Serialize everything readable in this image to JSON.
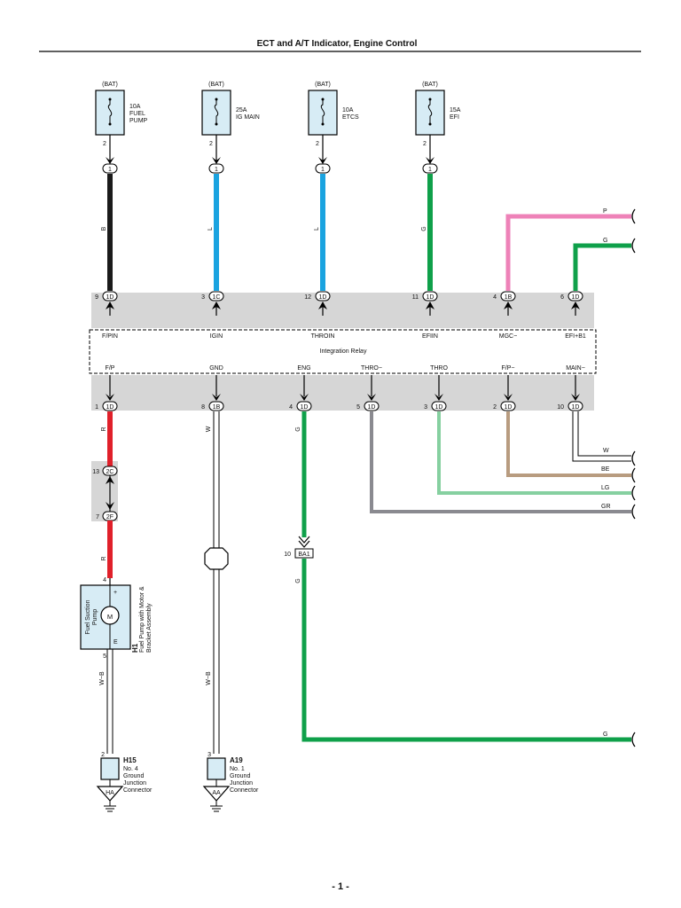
{
  "page_title": "ECT and A/T Indicator, Engine Control",
  "page_number": "- 1 -",
  "fuses": [
    {
      "supply": "(BAT)",
      "rating": "10A",
      "name_lines": [
        "FUEL",
        "PUMP"
      ],
      "pin": "2",
      "conn": "1",
      "wire": "B"
    },
    {
      "supply": "(BAT)",
      "rating": "25A",
      "name_lines": [
        "IG MAIN"
      ],
      "pin": "2",
      "conn": "1",
      "wire": "L"
    },
    {
      "supply": "(BAT)",
      "rating": "10A",
      "name_lines": [
        "ETCS"
      ],
      "pin": "2",
      "conn": "1",
      "wire": "L"
    },
    {
      "supply": "(BAT)",
      "rating": "15A",
      "name_lines": [
        "EFI"
      ],
      "pin": "2",
      "conn": "1",
      "wire": "G"
    }
  ],
  "relay": {
    "name": "Integration Relay",
    "top_pins": [
      {
        "pin": "9",
        "conn": "1D",
        "label": "F/PIN"
      },
      {
        "pin": "3",
        "conn": "1C",
        "label": "IGIN"
      },
      {
        "pin": "12",
        "conn": "1D",
        "label": "THROIN"
      },
      {
        "pin": "11",
        "conn": "1D",
        "label": "EFIIN"
      },
      {
        "pin": "4",
        "conn": "1B",
        "label": "MGC−"
      },
      {
        "pin": "6",
        "conn": "1D",
        "label": "EFI+B1"
      }
    ],
    "bottom_pins": [
      {
        "pin": "1",
        "conn": "1D",
        "label": "F/P",
        "wire": "R"
      },
      {
        "pin": "8",
        "conn": "1B",
        "label": "GND",
        "wire": "W"
      },
      {
        "pin": "4",
        "conn": "1D",
        "label": "ENG",
        "wire": "G"
      },
      {
        "pin": "5",
        "conn": "1D",
        "label": "THRO−"
      },
      {
        "pin": "3",
        "conn": "1D",
        "label": "THRO"
      },
      {
        "pin": "2",
        "conn": "1D",
        "label": "F/P−"
      },
      {
        "pin": "10",
        "conn": "1D",
        "label": "MAIN−"
      }
    ]
  },
  "right_wires_top": [
    {
      "color_code": "P"
    },
    {
      "color_code": "G"
    }
  ],
  "right_wires_bottom": [
    {
      "color_code": "W"
    },
    {
      "color_code": "BE"
    },
    {
      "color_code": "LG"
    },
    {
      "color_code": "GR"
    },
    {
      "color_code": "G"
    }
  ],
  "junction_2c": {
    "pin": "13",
    "conn": "2C"
  },
  "junction_2f": {
    "pin": "7",
    "conn": "2F"
  },
  "wire_r_lower": "R",
  "connector_ba1": {
    "pin": "10",
    "conn": "BA1",
    "wire": "G"
  },
  "pump": {
    "id": "H1",
    "part_lines": [
      "Fuel Pump with Motor &",
      "Bracket Assembly"
    ],
    "inner_lines": [
      "Fuel Suction",
      "Pump"
    ],
    "motor": "M",
    "plus": "+",
    "e": "E",
    "pin_top": "4",
    "pin_bottom": "5",
    "wire_out": "W−B"
  },
  "grounds": [
    {
      "id": "H15",
      "lines": [
        "No. 4",
        "Ground",
        "Junction",
        "Connector"
      ],
      "pin": "2",
      "code": "HA",
      "wire": "W−B"
    },
    {
      "id": "A19",
      "lines": [
        "No. 1",
        "Ground",
        "Junction",
        "Connector"
      ],
      "pin": "3",
      "code": "AA",
      "wire": "W−B"
    }
  ],
  "colors": {
    "black": "#1a1a1a",
    "blue": "#1aa3e0",
    "green": "#0fa04a",
    "pink": "#ee82b8",
    "red": "#e0202a",
    "gray": "#8a8a90",
    "light_green": "#86d0a0",
    "beige": "#b89c80",
    "relay_fill": "#d6d6d6",
    "fuse_fill": "#d7ecf5"
  }
}
